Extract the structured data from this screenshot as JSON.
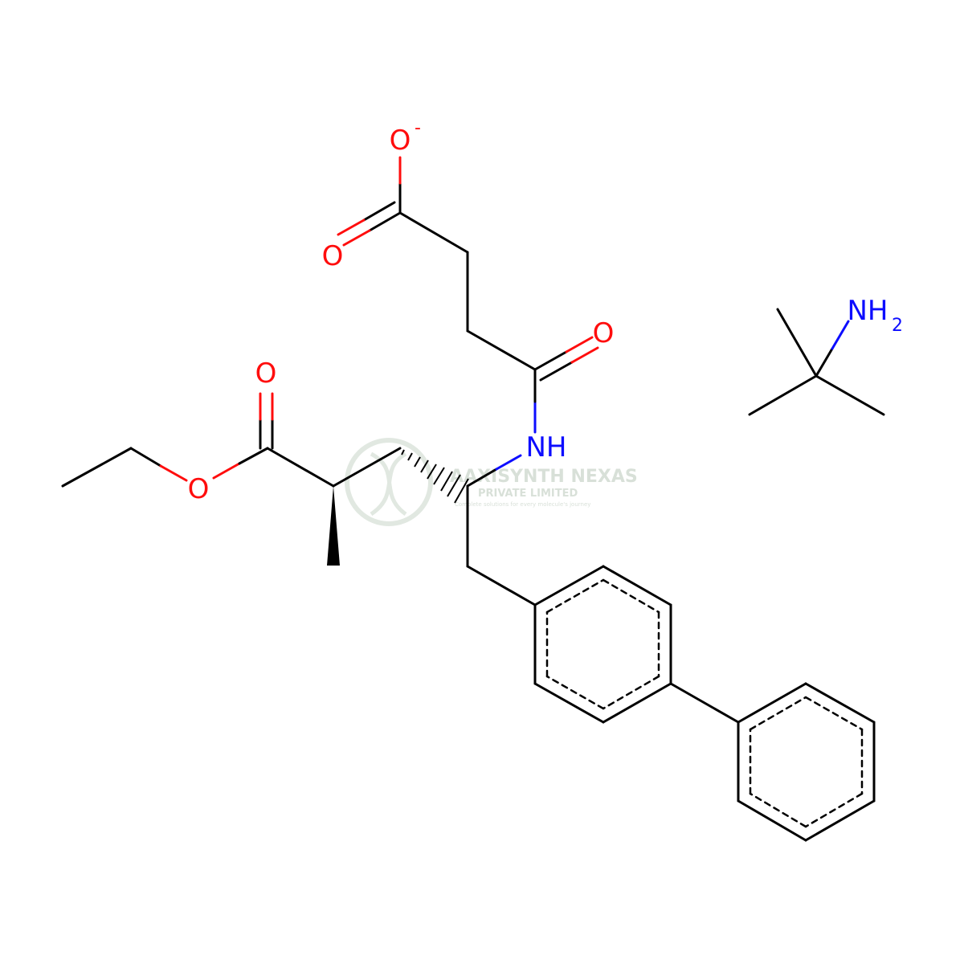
{
  "colors": {
    "bond": "#000000",
    "oxygen": "#ff0d0d",
    "nitrogen": "#0d0dff",
    "watermark": "#b9c8b9"
  },
  "atoms": {
    "o_carboxylate": "O",
    "charge_minus": "-",
    "o_carboxyl_double": "O",
    "o_amide": "O",
    "n_amide": "NH",
    "o_ester_double": "O",
    "o_ester_single": "O",
    "nh2_main": "NH",
    "nh2_sub": "2"
  },
  "watermark": {
    "line1": "AAXISYNTH NEXAS",
    "line2": "PRIVATE LIMITED",
    "line3": "Complete solutions for every molecule's journey"
  }
}
